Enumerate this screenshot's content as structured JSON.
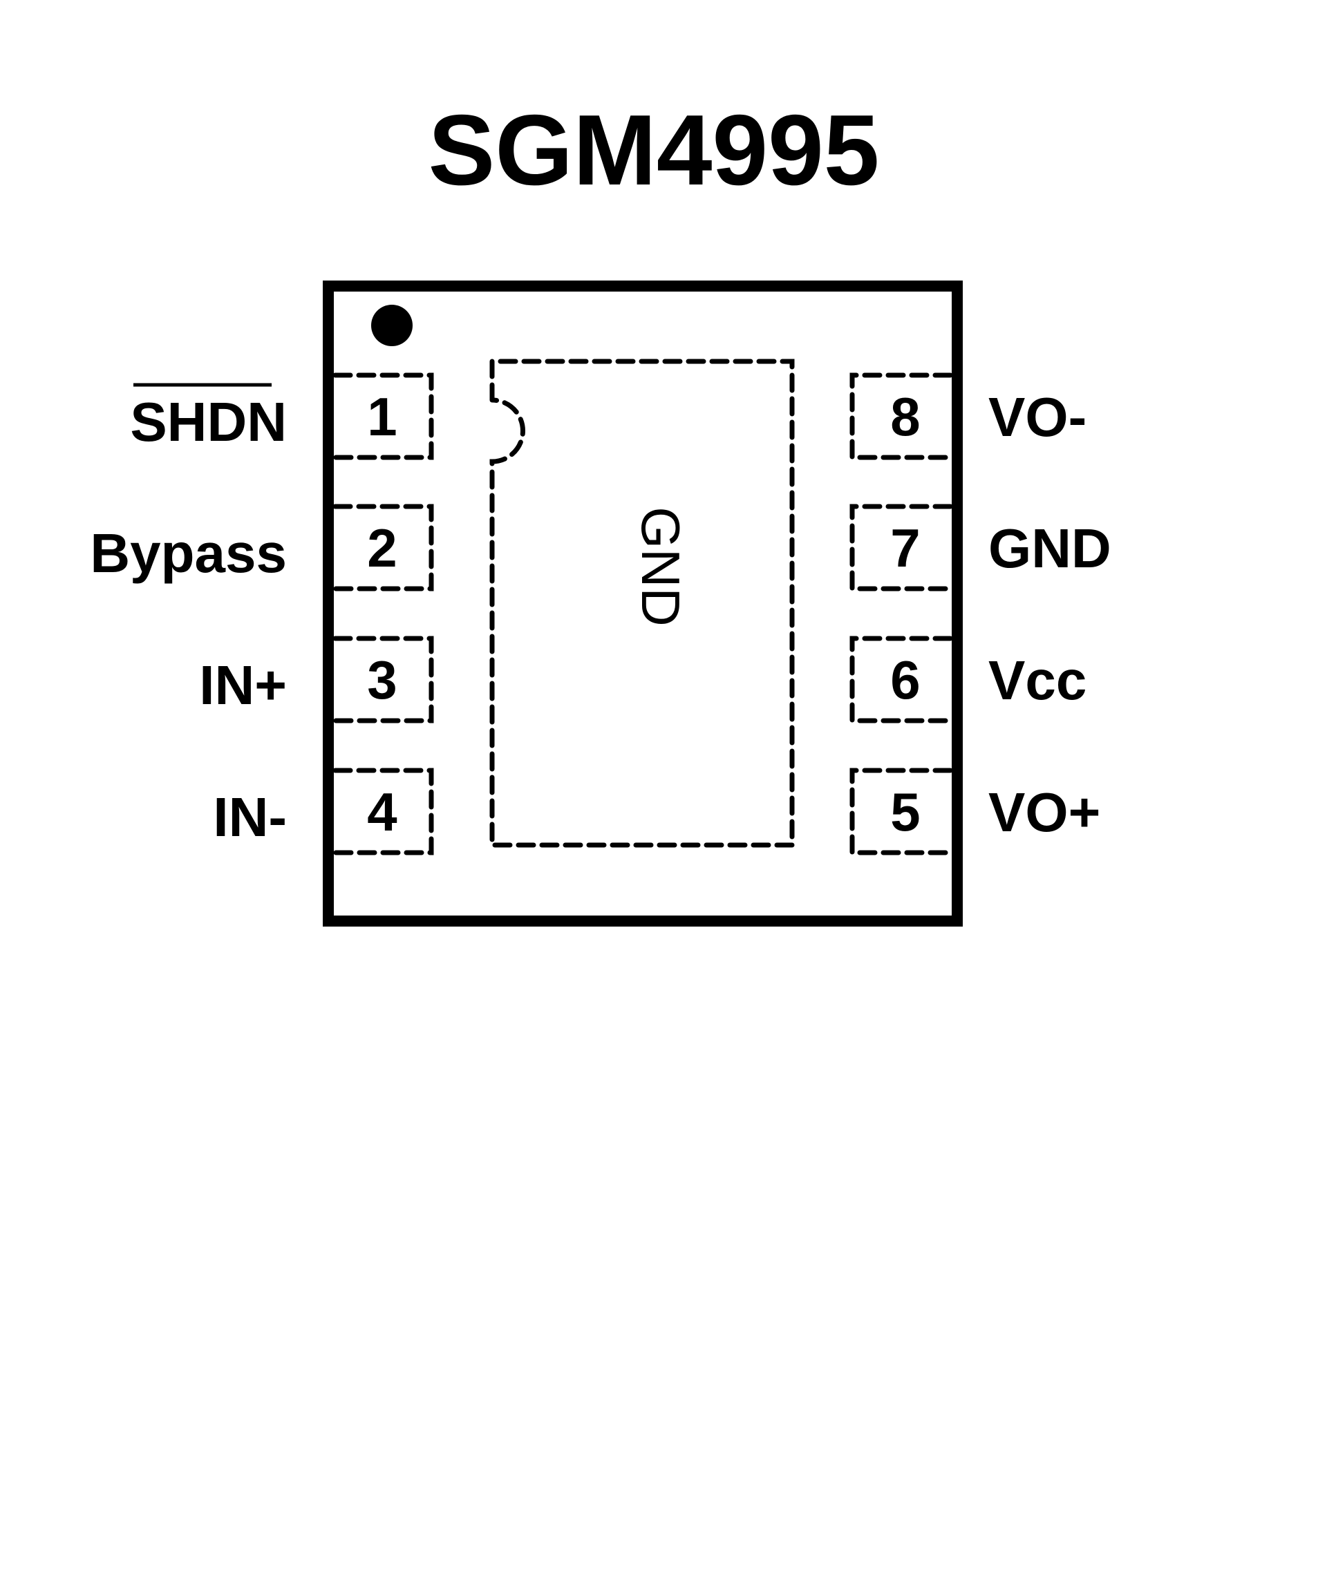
{
  "title": "SGM4995",
  "package": {
    "pin1_marker": "pin-1-dot",
    "exposed_pad_label": "GND",
    "left_pins": [
      {
        "number": "1",
        "name": "SHDN",
        "active_low": true
      },
      {
        "number": "2",
        "name": "Bypass",
        "active_low": false
      },
      {
        "number": "3",
        "name": "IN+",
        "active_low": false
      },
      {
        "number": "4",
        "name": "IN-",
        "active_low": false
      }
    ],
    "right_pins": [
      {
        "number": "8",
        "name": "VO-",
        "active_low": false
      },
      {
        "number": "7",
        "name": "GND",
        "active_low": false
      },
      {
        "number": "6",
        "name": "Vcc",
        "active_low": false
      },
      {
        "number": "5",
        "name": "VO+",
        "active_low": false
      }
    ]
  },
  "colors": {
    "line": "#000000",
    "background": "#ffffff"
  }
}
